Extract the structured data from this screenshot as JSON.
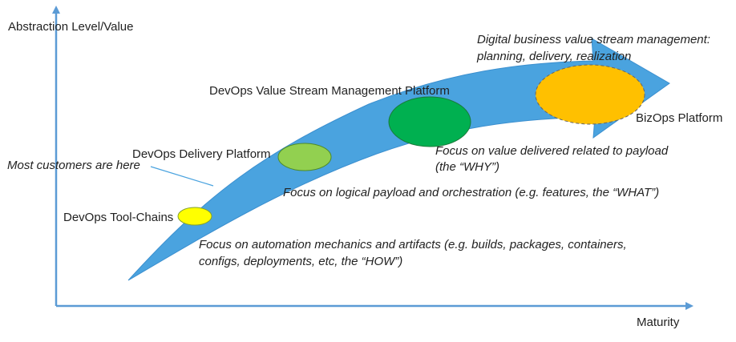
{
  "axes": {
    "y_label": "Abstraction Level/Value",
    "x_label": "Maturity"
  },
  "stages": [
    {
      "name": "DevOps Tool-Chains",
      "color": "#ffff00"
    },
    {
      "name": "DevOps Delivery Platform",
      "color": "#92d050"
    },
    {
      "name": "DevOps Value Stream Management Platform",
      "color": "#00b050"
    },
    {
      "name": "BizOps Platform",
      "color": "#ffc000"
    }
  ],
  "annotations": {
    "customers": "Most customers are here",
    "automation": [
      "Focus on automation mechanics and artifacts (e.g. builds, packages, containers,",
      "configs, deployments, etc, the “HOW”)"
    ],
    "logical": "Focus on logical payload and orchestration (e.g. features, the “WHAT”)",
    "value": [
      "Focus on value delivered related to payload",
      "(the “WHY”)"
    ],
    "digital": [
      "Digital business value stream management:",
      "planning, delivery, realization"
    ]
  },
  "colors": {
    "arrow": "#4aa3df",
    "axis": "#5b9bd5",
    "text": "#222222"
  }
}
